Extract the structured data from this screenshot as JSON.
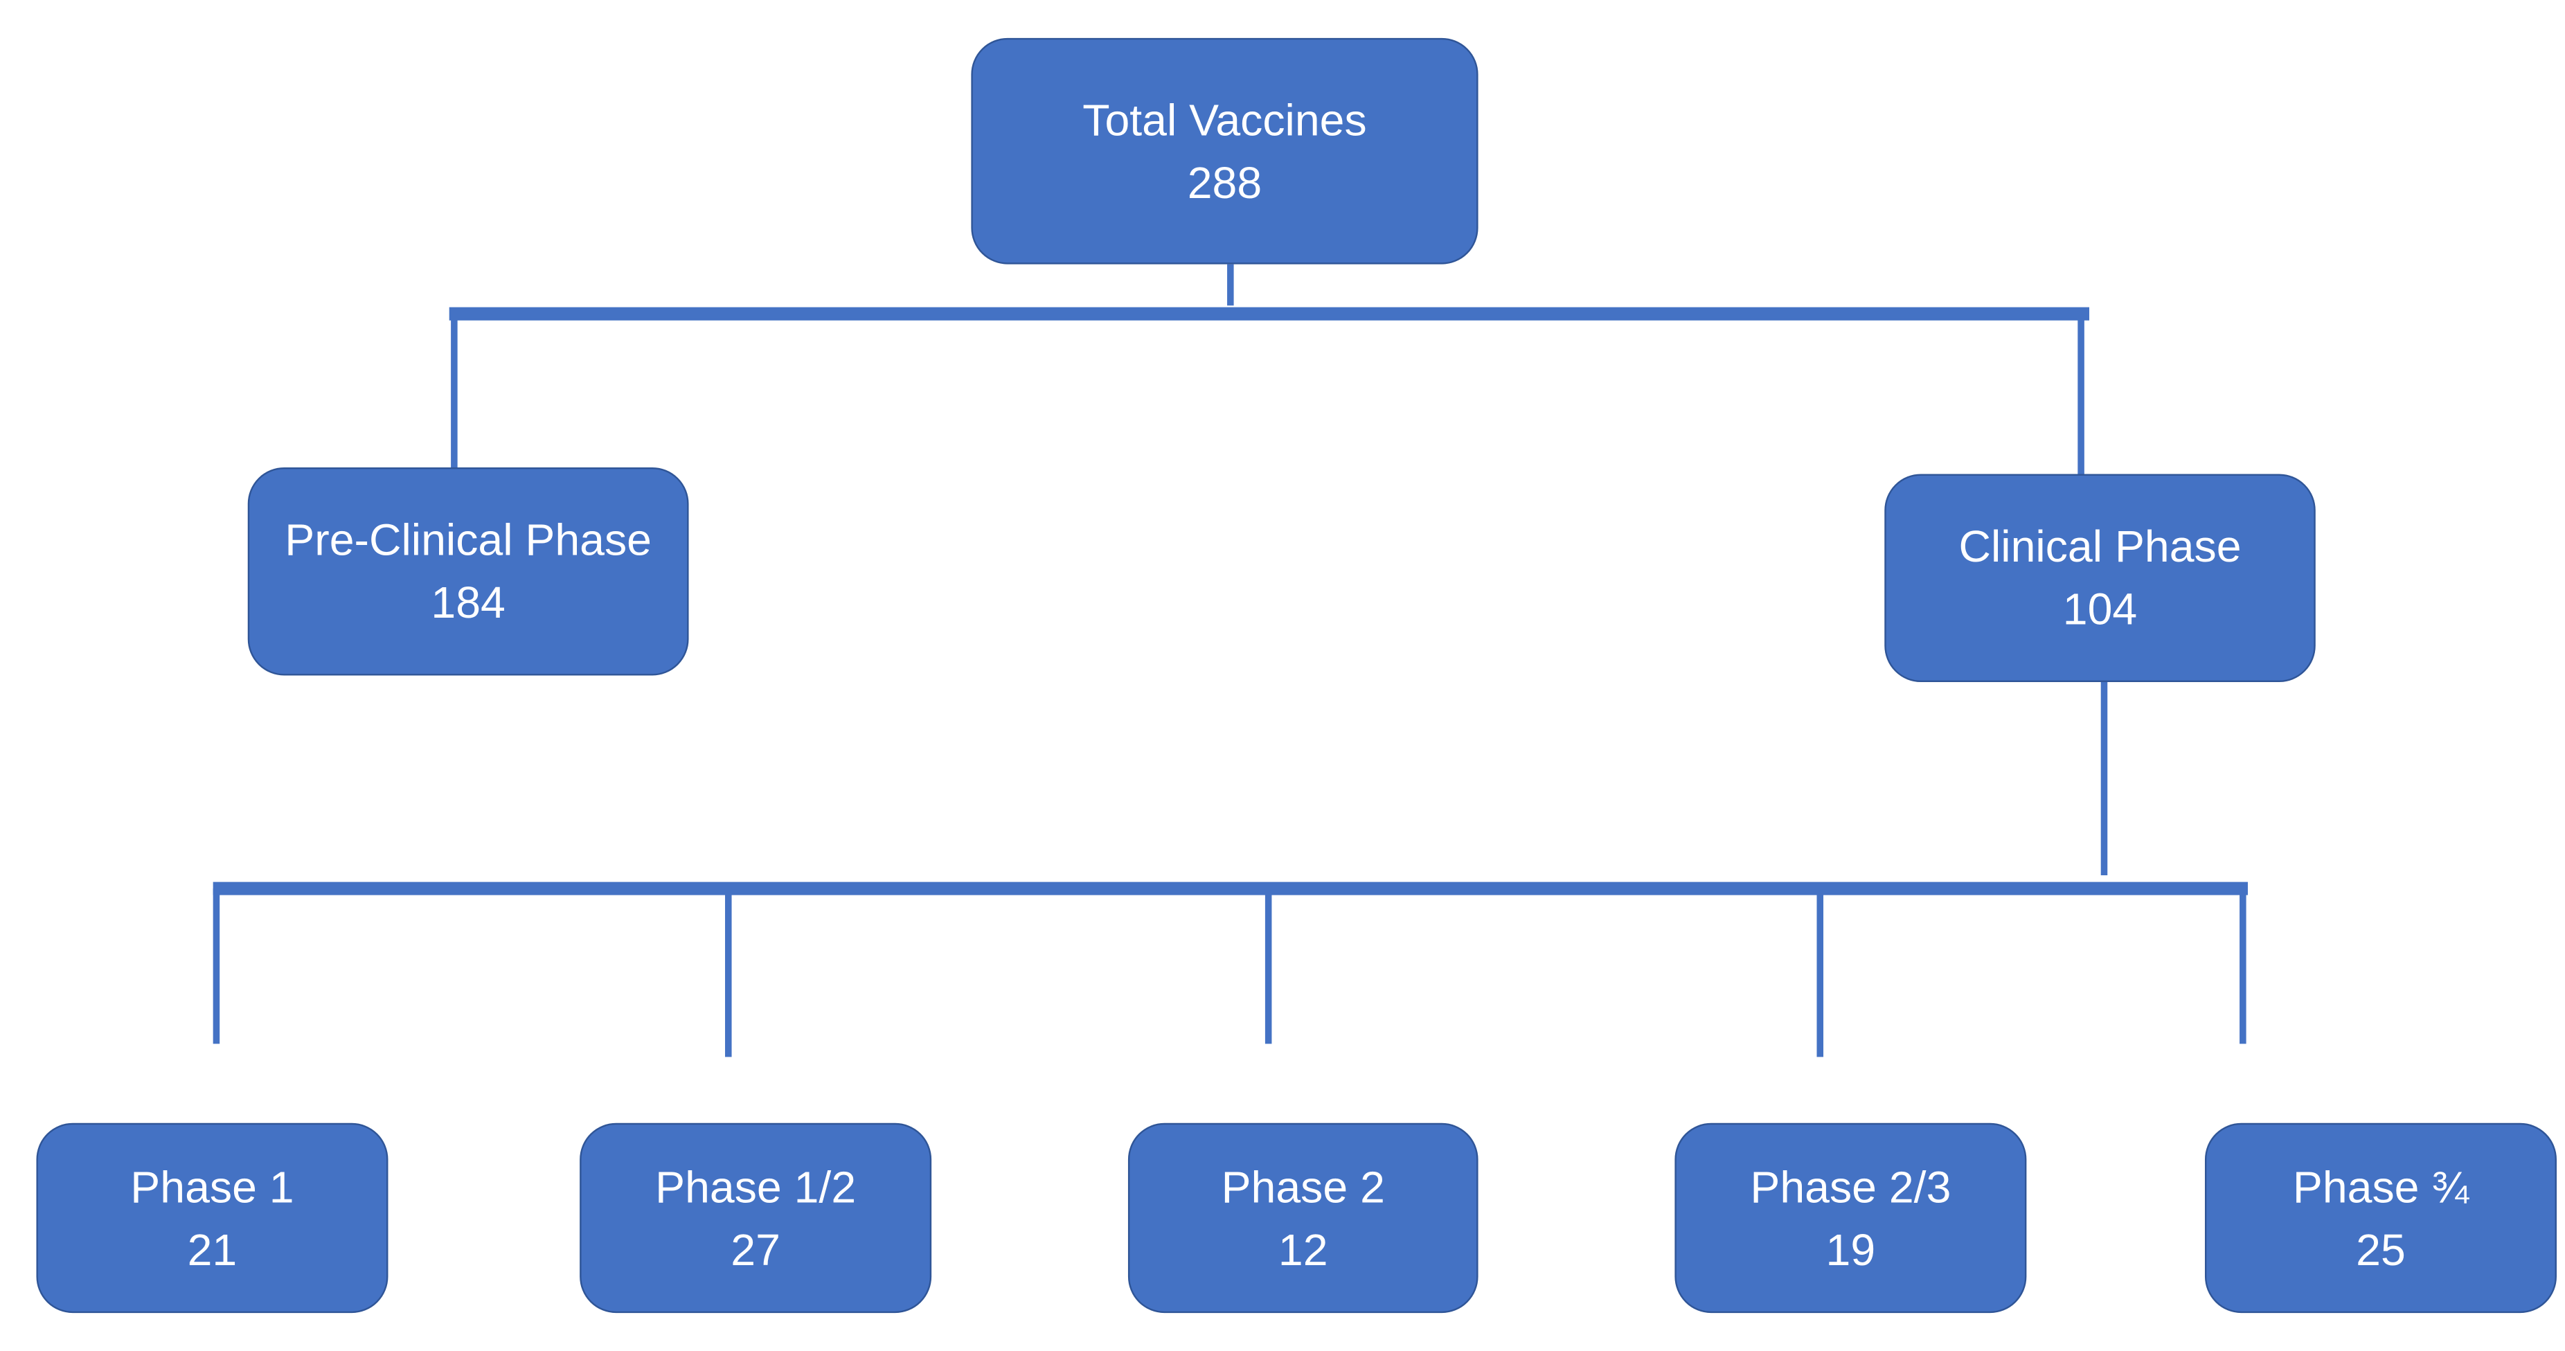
{
  "diagram": {
    "type": "tree",
    "accent_color": "#4472c4",
    "border_color": "#2f5597",
    "text_color": "#ffffff",
    "root": {
      "label": "Total Vaccines",
      "value": "288"
    },
    "level1": [
      {
        "label": "Pre-Clinical Phase",
        "value": "184"
      },
      {
        "label": "Clinical Phase",
        "value": "104"
      }
    ],
    "level2": [
      {
        "label": "Phase 1",
        "value": "21"
      },
      {
        "label": "Phase 1/2",
        "value": "27"
      },
      {
        "label": "Phase 2",
        "value": "12"
      },
      {
        "label": "Phase 2/3",
        "value": "19"
      },
      {
        "label": "Phase ¾",
        "value": "25"
      }
    ],
    "edges": [
      [
        "Total Vaccines",
        "Pre-Clinical Phase"
      ],
      [
        "Total Vaccines",
        "Clinical Phase"
      ],
      [
        "Clinical Phase",
        "Phase 1"
      ],
      [
        "Clinical Phase",
        "Phase 1/2"
      ],
      [
        "Clinical Phase",
        "Phase 2"
      ],
      [
        "Clinical Phase",
        "Phase 2/3"
      ],
      [
        "Clinical Phase",
        "Phase ¾"
      ]
    ]
  }
}
